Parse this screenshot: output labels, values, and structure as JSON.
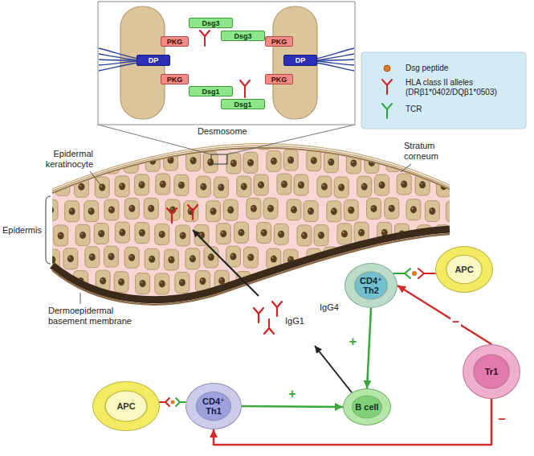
{
  "diagram": {
    "nodes": [
      {
        "text": [
          "Dsg3"
        ]
      },
      {
        "text": [
          "Dsg3"
        ]
      },
      {
        "text": [
          "PKG"
        ]
      },
      {
        "text": [
          "PKG"
        ]
      },
      {
        "text": [
          "DP"
        ]
      },
      {
        "text": [
          "DP"
        ]
      },
      {
        "text": [
          "PKG"
        ]
      },
      {
        "text": [
          "PKG"
        ]
      },
      {
        "text": [
          "Dsg1"
        ]
      },
      {
        "text": [
          "Dsg1"
        ]
      },
      {
        "text": [
          "APC"
        ]
      },
      {
        "text": [
          "CD4⁺ Th2"
        ]
      },
      {
        "text": [
          "Tr1"
        ]
      },
      {
        "text": [
          "APC"
        ]
      },
      {
        "text": [
          "CD4⁺ Th1"
        ]
      },
      {
        "text": [
          "B cell"
        ]
      }
    ],
    "edges": [
      {
        "from": 11,
        "to": 15,
        "arrow": "to",
        "label": "+"
      },
      {
        "from": 14,
        "to": 15,
        "arrow": "to",
        "label": "+"
      },
      {
        "from": 12,
        "to": 11,
        "arrow": "to",
        "label": "–"
      },
      {
        "from": 12,
        "to": 14,
        "arrow": "to",
        "label": "–"
      }
    ],
    "labels": [
      "Desmosome",
      "Epidermal keratinocyte",
      "Stratum corneum",
      "Epidermis",
      "Dermoepidermal basement membrane",
      "IgG1",
      "IgG4"
    ],
    "legend": [
      {
        "text": "Dsg peptide"
      },
      {
        "text": "HLA class II alleles (DRβ1*0402/DQβ1*0503)"
      },
      {
        "text": "TCR"
      }
    ]
  }
}
